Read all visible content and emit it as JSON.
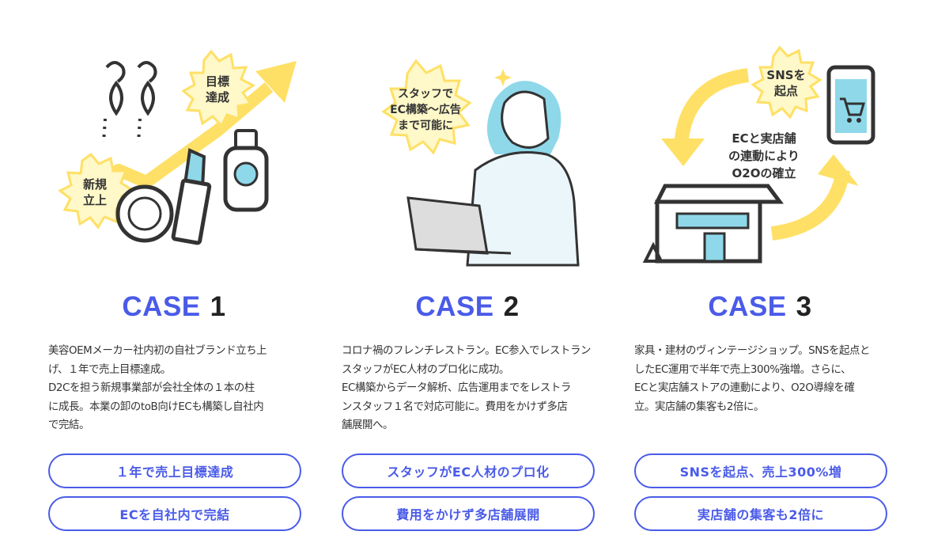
{
  "cases": [
    {
      "word": "CASE",
      "num": "1",
      "badges": [
        "目標\n達成",
        "新規\n立上"
      ],
      "desc": [
        "美容OEMメーカー社内初の自社ブランド立ち上",
        "げ、１年で売上目標達成。",
        "D2Cを担う新規事業部が会社全体の１本の柱",
        "に成長。本業の卸のtoB向けECも構築し自社内",
        "で完結。"
      ],
      "pills": [
        "１年で売上目標達成",
        "ECを自社内で完結"
      ]
    },
    {
      "word": "CASE",
      "num": "2",
      "badges": [
        "スタッフで\nEC構築〜広告\nまで可能に"
      ],
      "desc": [
        "コロナ禍のフレンチレストラン。EC参入でレストラン",
        "スタッフがEC人材のプロ化に成功。",
        "EC構築からデータ解析、広告運用までをレストラ",
        "ンスタッフ１名で対応可能に。費用をかけず多店",
        "舗展開へ。"
      ],
      "pills": [
        "スタッフがEC人材のプロ化",
        "費用をかけず多店舗展開"
      ]
    },
    {
      "word": "CASE",
      "num": "3",
      "badges": [
        "SNSを\n起点",
        "ECと実店舗\nの連動により\nO2Oの確立"
      ],
      "desc": [
        "家具・建材のヴィンテージショップ。SNSを起点と",
        "したEC運用で半年で売上300%強増。さらに、",
        "ECと実店舗ストアの連動により、O2O導線を確",
        "立。実店舗の集客も2倍に。"
      ],
      "pills": [
        "SNSを起点、売上300%増",
        "実店舗の集客も2倍に"
      ]
    }
  ],
  "colors": {
    "accent": "#4a5be8",
    "yellow": "#ffe066",
    "cyan": "#8ed8ea",
    "ink": "#333333"
  },
  "icons": {
    "case1": [
      "earring-icon",
      "arrow-up-icon",
      "compact-mirror-icon",
      "lipstick-icon",
      "perfume-bottle-icon"
    ],
    "case2": [
      "woman-laptop-illustration",
      "sparkle-icon"
    ],
    "case3": [
      "smartphone-cart-icon",
      "cycle-arrows-icon",
      "store-building-icon"
    ]
  }
}
